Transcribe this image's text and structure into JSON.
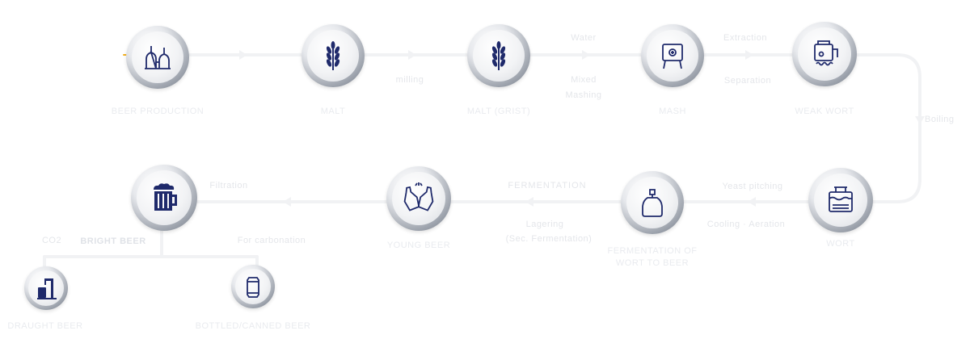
{
  "colors": {
    "icon": "#1f2a6b",
    "line": "#f1f2f4",
    "label": "#e9ebef",
    "accent": "#f2b01e"
  },
  "nodes": {
    "beer_production": {
      "label": "BEER PRODUCTION",
      "icon": "brewery-tanks-icon"
    },
    "malt": {
      "label": "MALT",
      "icon": "wheat-icon"
    },
    "malt_grist": {
      "label": "MALT (GRIST)",
      "icon": "wheat-icon"
    },
    "mash": {
      "label": "MASH",
      "icon": "mash-vessel-icon"
    },
    "weak_wort": {
      "label": "WEAK WORT",
      "icon": "boiling-kettle-icon"
    },
    "wort": {
      "label": "WORT",
      "icon": "wort-tank-icon"
    },
    "fermentation": {
      "label": "FERMENTATION OF WORT TO BEER",
      "icon": "fermenter-bottle-icon"
    },
    "young_beer": {
      "label": "YOUNG BEER",
      "icon": "beer-bottles-toast-icon"
    },
    "bright_beer": {
      "label": "BRIGHT BEER",
      "icon": "beer-mug-icon"
    },
    "draught": {
      "label": "DRAUGHT BEER",
      "icon": "beer-tap-icon"
    },
    "canned": {
      "label": "BOTTLED/CANNED BEER",
      "icon": "beer-can-icon"
    }
  },
  "steps": {
    "milling": "milling",
    "water": "Water",
    "mixed_mashing": [
      "Mixed",
      "Mashing"
    ],
    "extraction": "Extraction",
    "separation": "Separation",
    "boiling": "Boiling",
    "yeast_pitching": "Yeast pitching",
    "cooling_aeration": "Cooling · Aeration",
    "fermentation": "FERMENTATION",
    "lagering": [
      "Lagering",
      "(Sec. Fermentation)"
    ],
    "filtration": "Filtration",
    "carbonation": "For carbonation",
    "co2": "CO2"
  }
}
